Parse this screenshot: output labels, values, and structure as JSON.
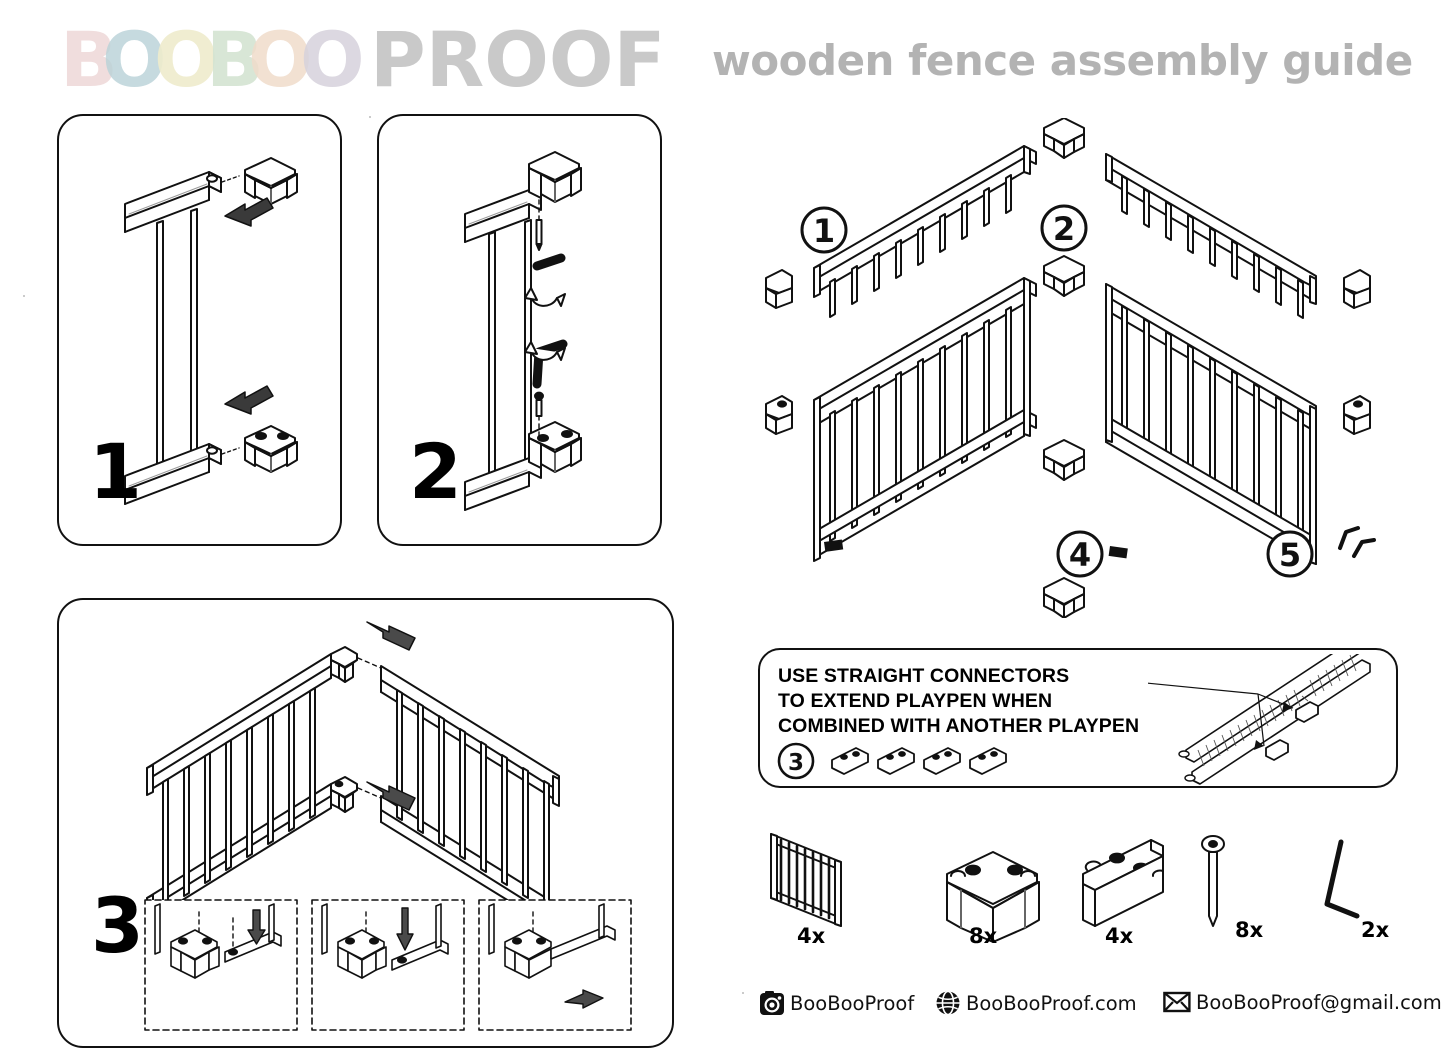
{
  "header": {
    "brand_word1": "BOOBOO",
    "brand_word2": "PROOF",
    "title": "wooden fence assembly guide",
    "title_color": "#b3b3b3",
    "brand_letters": [
      {
        "char": "B",
        "color": "#f0dcdc"
      },
      {
        "char": "O",
        "color": "#b9d2d8"
      },
      {
        "char": "O",
        "color": "#efeccd"
      },
      {
        "char": "B",
        "color": "#d4e4d2"
      },
      {
        "char": "O",
        "color": "#f0dccb"
      },
      {
        "char": "O",
        "color": "#d6d2dc"
      }
    ],
    "brand_word2_color": "#c9c9c9"
  },
  "steps": [
    {
      "number": "1",
      "caption": "",
      "description": "Slide corner connectors onto the end of the fence panel rails"
    },
    {
      "number": "2",
      "caption": "",
      "description": "Insert screws through the connectors and tighten with the allen key"
    },
    {
      "number": "3",
      "caption": "",
      "description": "Join two fence panels together at the corner connectors"
    }
  ],
  "playpen": {
    "callouts": [
      "1",
      "2",
      "4",
      "5"
    ],
    "description": "Assembled four panel playpen with corner connectors at each joint"
  },
  "extend_box": {
    "lines": [
      "USE STRAIGHT CONNECTORS",
      "TO EXTEND PLAYPEN WHEN",
      "COMBINED WITH ANOTHER PLAYPEN"
    ],
    "callout": "3",
    "connector_count": 4
  },
  "parts": [
    {
      "name": "fence-panel",
      "qty": "4x"
    },
    {
      "name": "corner-connector",
      "qty": "8x"
    },
    {
      "name": "straight-connector",
      "qty": "4x"
    },
    {
      "name": "screw",
      "qty": "8x"
    },
    {
      "name": "allen-key",
      "qty": "2x"
    }
  ],
  "footer": {
    "items": [
      {
        "icon": "instagram-icon",
        "label": "BooBooProof"
      },
      {
        "icon": "globe-icon",
        "label": "BooBooProof.com"
      },
      {
        "icon": "envelope-icon",
        "label": "BooBooProof@gmail.com"
      }
    ]
  }
}
